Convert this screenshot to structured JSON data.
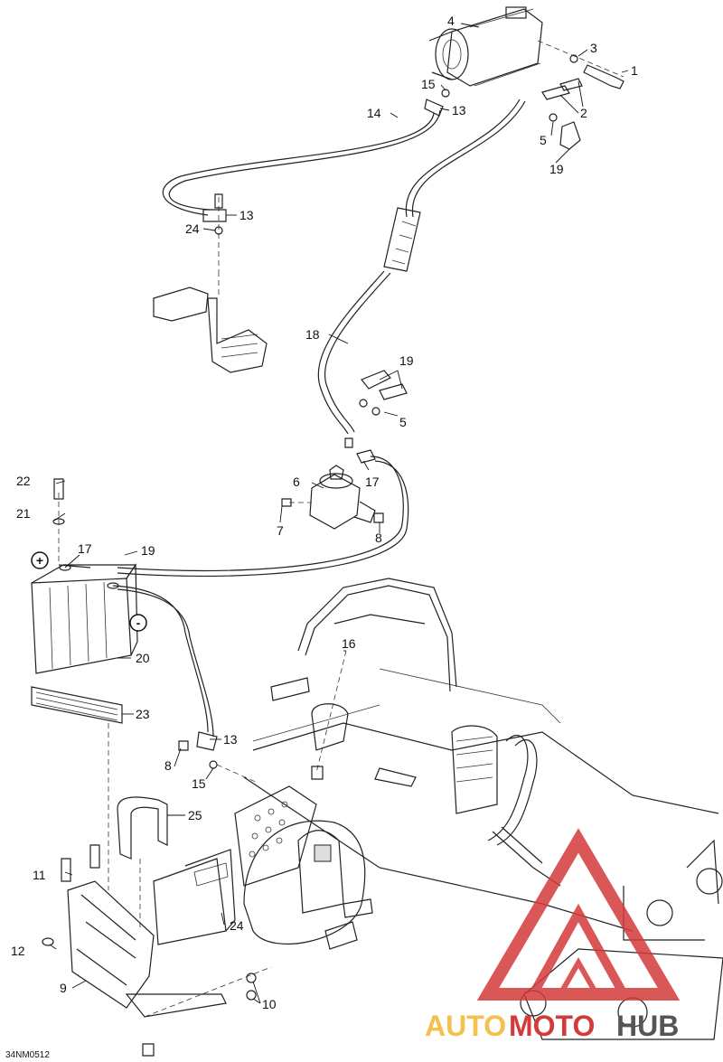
{
  "drawing_code": "34NM0512",
  "polarity": {
    "positive": "+",
    "negative": "-"
  },
  "callouts": {
    "c1": "1",
    "c2": "2",
    "c3": "3",
    "c4": "4",
    "c5a": "5",
    "c5b": "5",
    "c6": "6",
    "c7": "7",
    "c8a": "8",
    "c8b": "8",
    "c9": "9",
    "c10": "10",
    "c11": "11",
    "c12": "12",
    "c13a": "13",
    "c13b": "13",
    "c13c": "13",
    "c14": "14",
    "c15a": "15",
    "c15b": "15",
    "c16": "16",
    "c17a": "17",
    "c17b": "17",
    "c18": "18",
    "c19a": "19",
    "c19b": "19",
    "c19c": "19",
    "c20": "20",
    "c21": "21",
    "c22": "22",
    "c23": "23",
    "c24a": "24",
    "c24b": "24",
    "c25": "25"
  },
  "watermark": {
    "part1": "AUTO",
    "part2": "MOTO",
    "part3": "HUB",
    "color1": "#f2c14e",
    "color2": "#d33a3a"
  }
}
